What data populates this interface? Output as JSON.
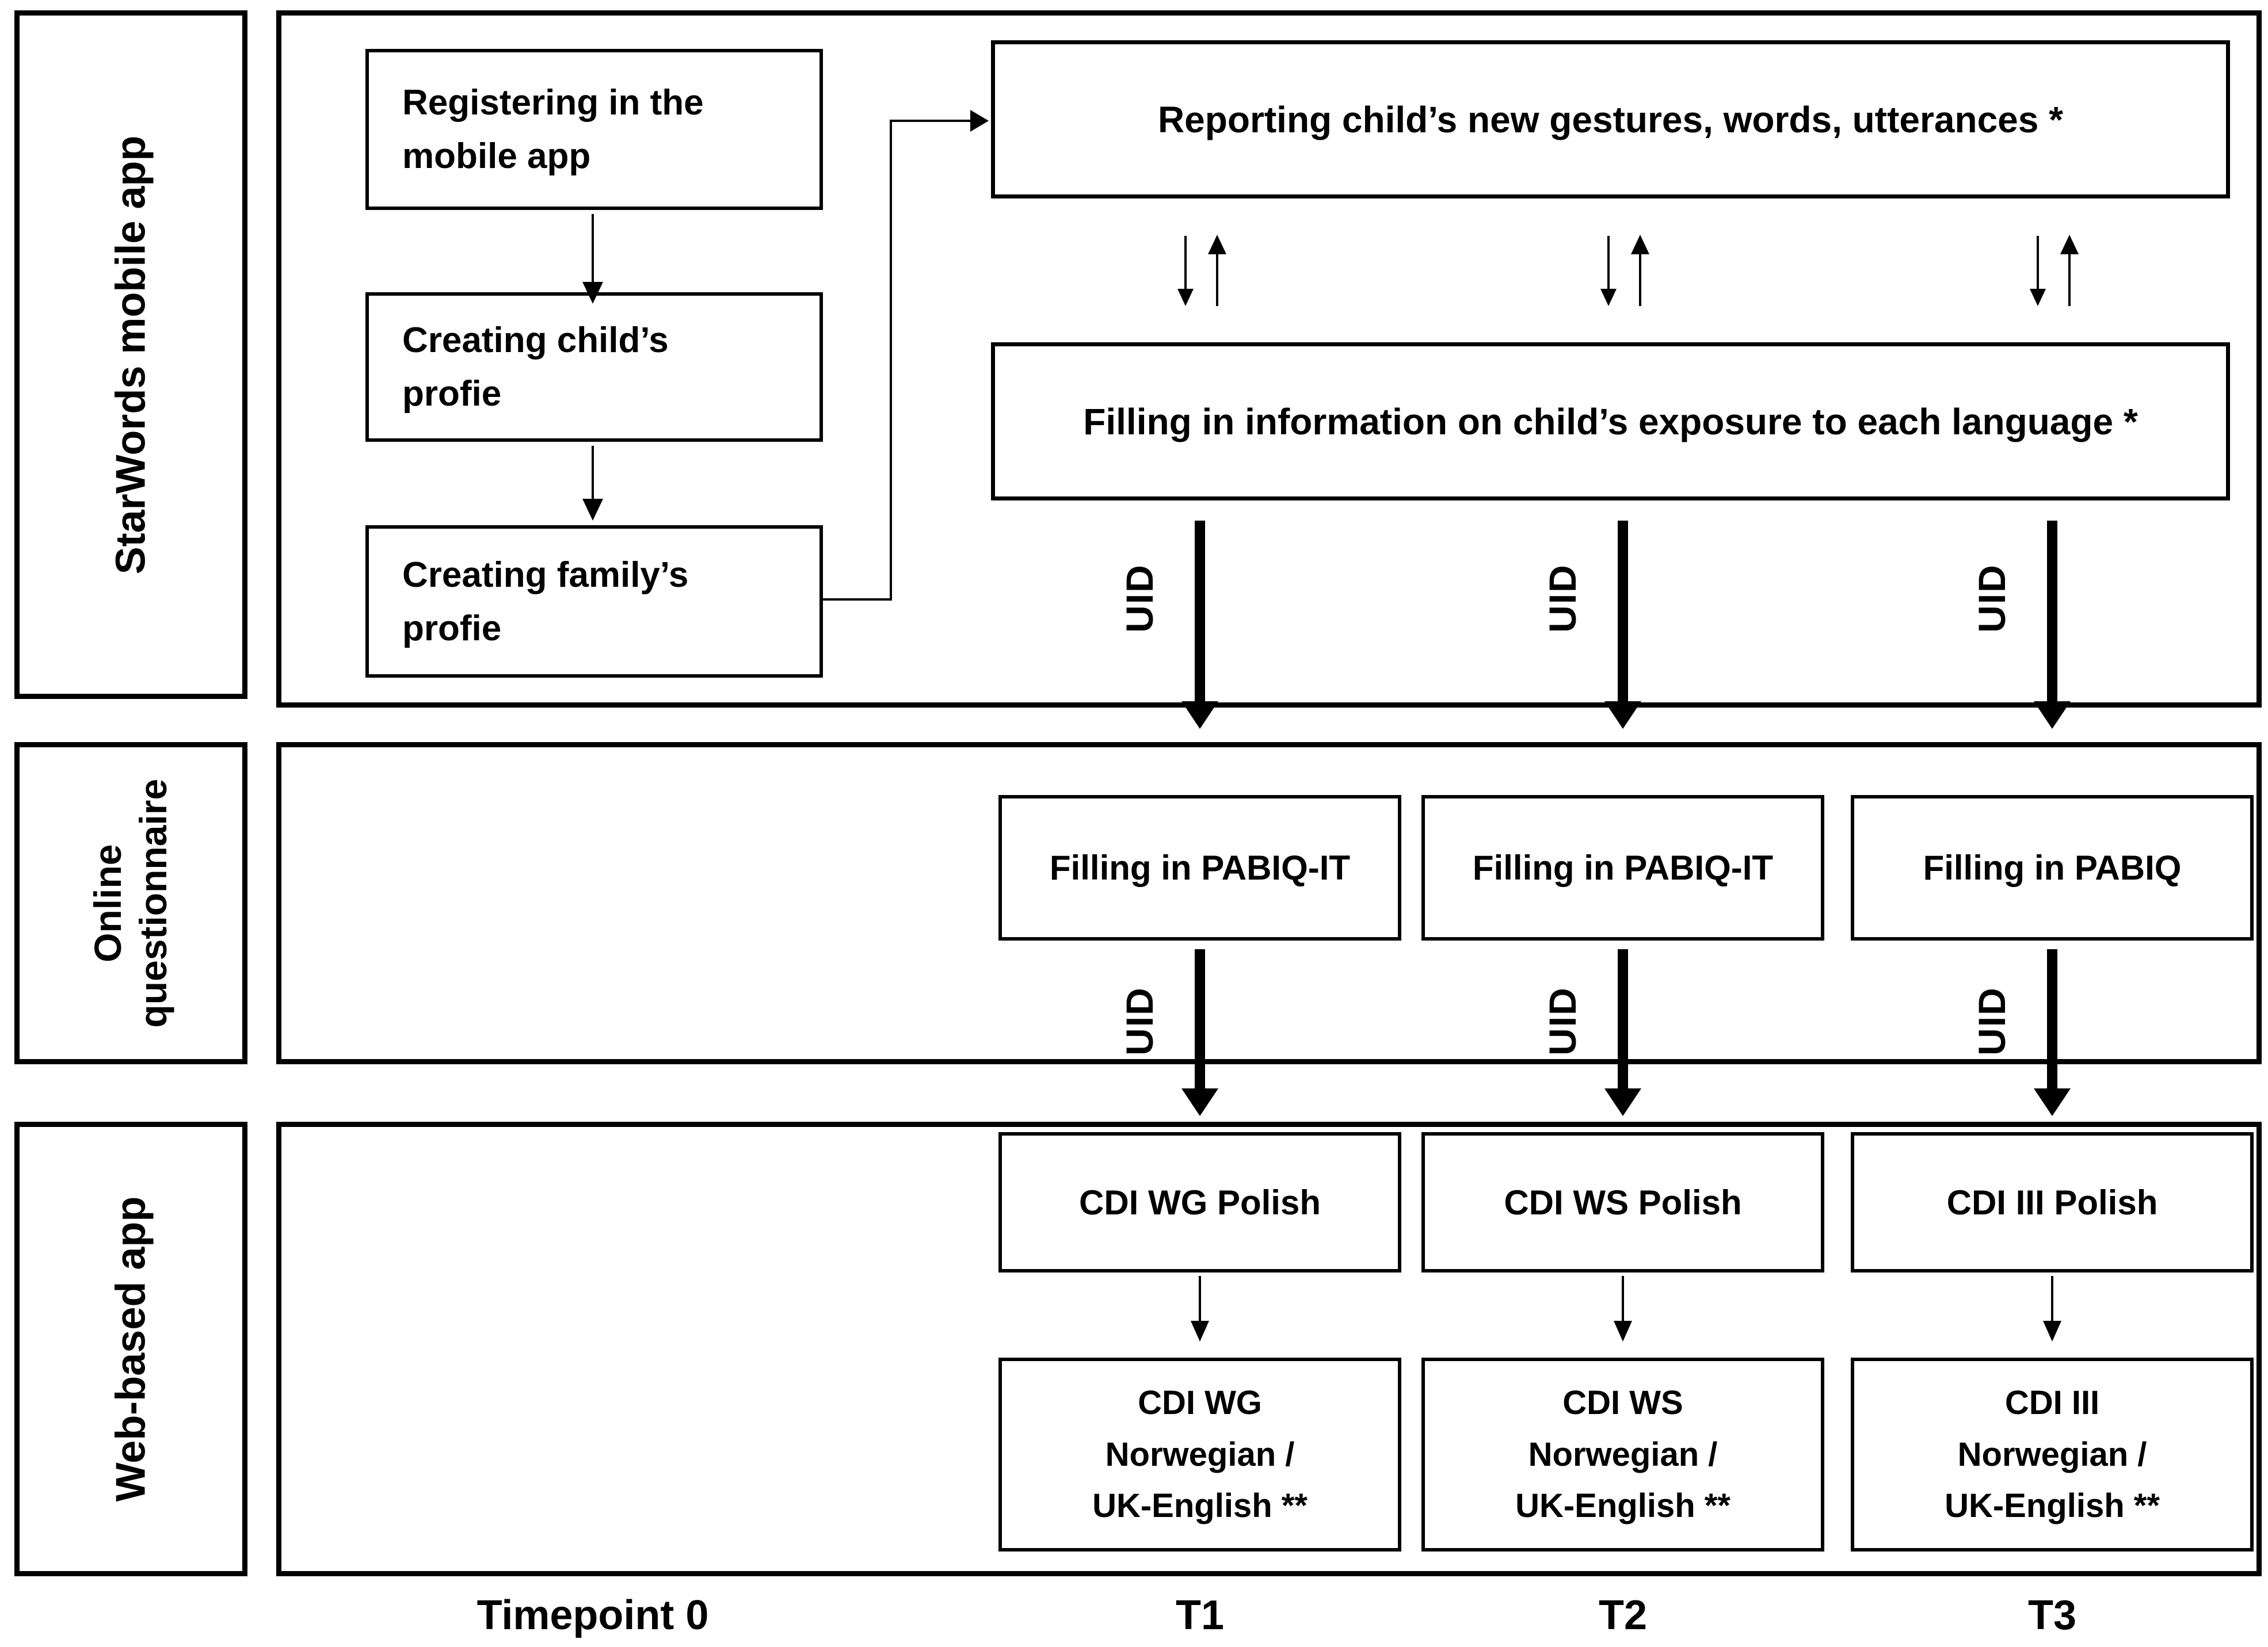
{
  "sidebar": {
    "row1": "StarWords mobile app",
    "row2": "Online\nquestionnaire",
    "row3": "Web-based app"
  },
  "mobile_app": {
    "step1": "Registering in the\nmobile app",
    "step2": "Creating child’s\nprofie",
    "step3": "Creating family’s\nprofie",
    "reporting": "Reporting child’s new gestures, words, utterances *",
    "exposure": "Filling in information on child’s exposure to each language *"
  },
  "uid": "UID",
  "questionnaire": {
    "t1": "Filling in PABIQ-IT",
    "t2": "Filling in PABIQ-IT",
    "t3": "Filling in PABIQ"
  },
  "webapp": {
    "t1_polish": "CDI WG Polish",
    "t2_polish": "CDI WS Polish",
    "t3_polish": "CDI III Polish",
    "t1_translation": "CDI WG\nNorwegian /\nUK-English **",
    "t2_translation": "CDI WS\nNorwegian /\nUK-English **",
    "t3_translation": "CDI III\nNorwegian /\nUK-English **"
  },
  "timeline": {
    "t0": "Timepoint 0",
    "t1": "T1",
    "t2": "T2",
    "t3": "T3"
  },
  "colors": {
    "ink": "#000000",
    "background": "#ffffff"
  }
}
